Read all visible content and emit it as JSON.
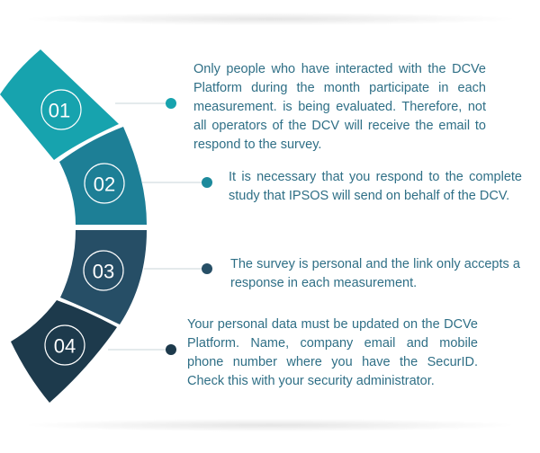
{
  "steps": [
    {
      "number": "01",
      "text": "Only people who have interacted with the DCVe Platform during the month participate in each measurement. is being evaluated. Therefore, not all operators of the DCV will receive the email to respond to the survey.",
      "color": "#17a3ae",
      "dot_color": "#17a3ae"
    },
    {
      "number": "02",
      "text": "It is necessary that you respond to the complete study that IPSOS will send on behalf of the DCV.",
      "color": "#1d7f96",
      "dot_color": "#1d8a9c"
    },
    {
      "number": "03",
      "text": "The survey is personal and the link only accepts a response in each measurement.",
      "color": "#264e66",
      "dot_color": "#274f66"
    },
    {
      "number": "04",
      "text": "Your personal data must be updated on the DCVe Platform. Name, company email and mobile phone number where you have the SecurID. Check this with your security administrator.",
      "color": "#1d3a4c",
      "dot_color": "#1d3a4c"
    }
  ]
}
